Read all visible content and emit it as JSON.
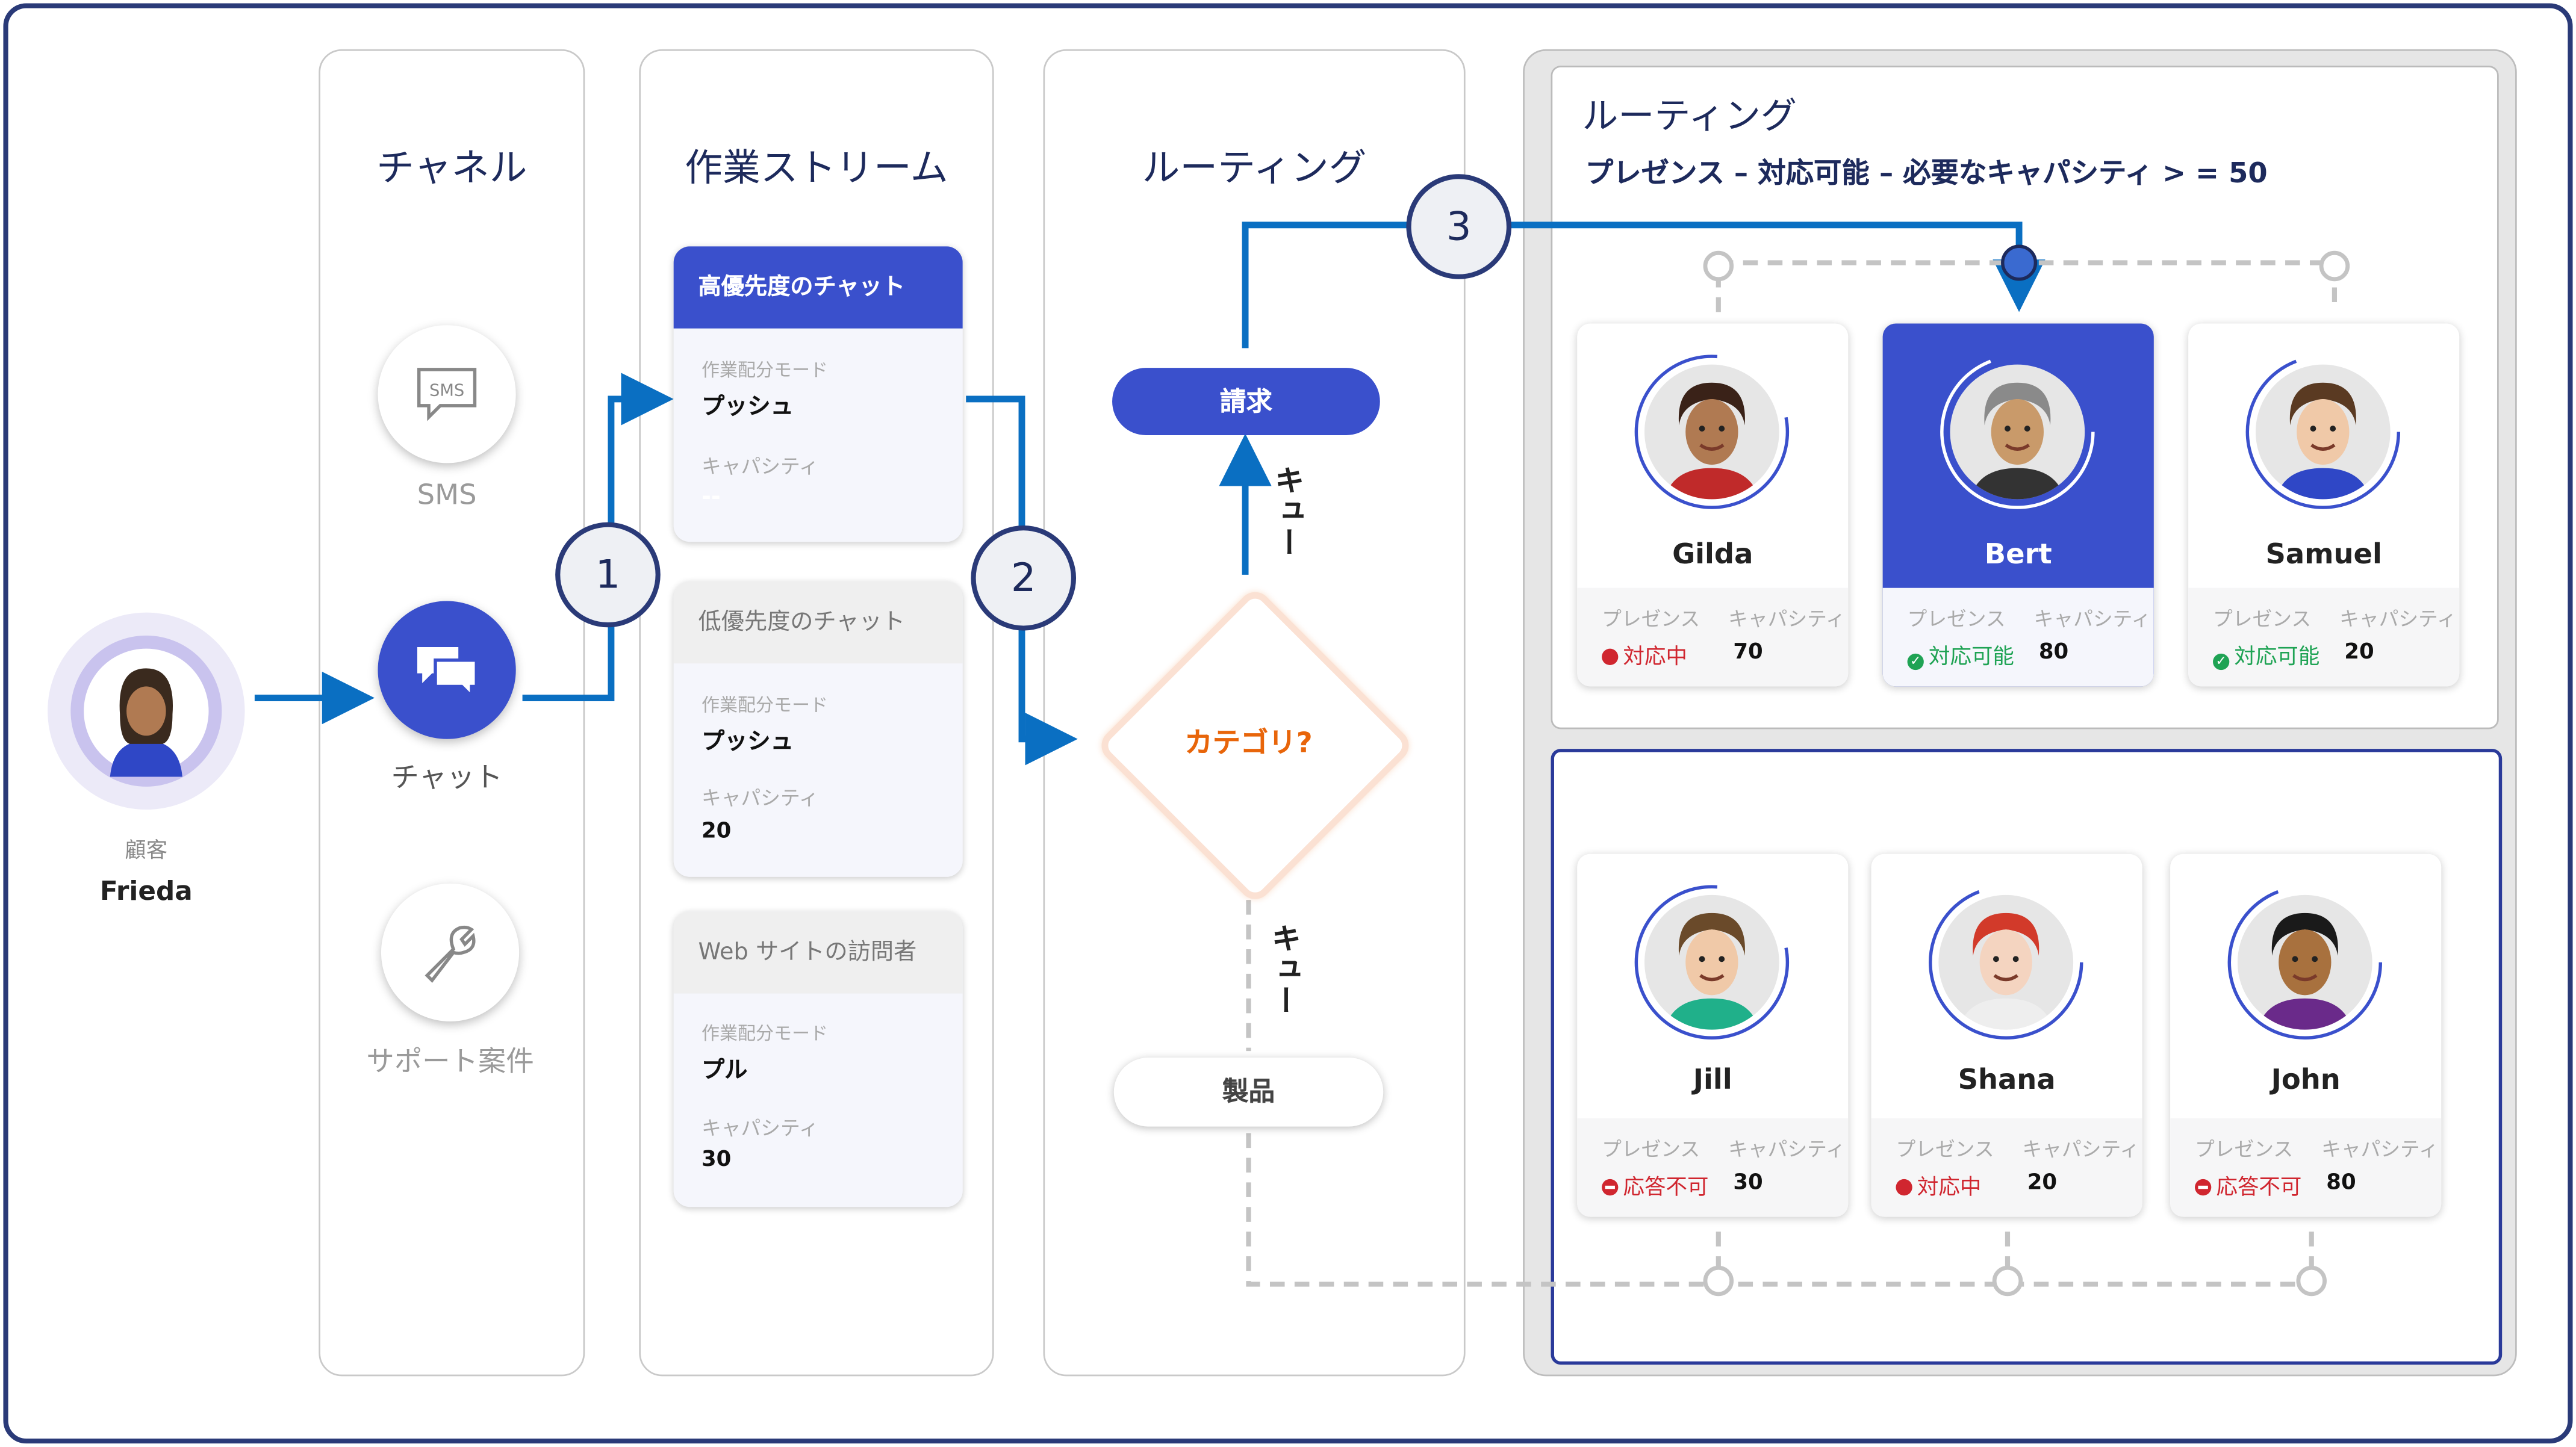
{
  "customer": {
    "role": "顧客",
    "name": "Frieda"
  },
  "columns": {
    "channel": "チャネル",
    "workstream": "作業ストリーム",
    "routing": "ルーティング"
  },
  "channels": [
    {
      "label": "SMS",
      "icon": "sms-icon"
    },
    {
      "label": "チャット",
      "icon": "chat-icon"
    },
    {
      "label": "サポート案件",
      "icon": "wrench-icon"
    }
  ],
  "steps": [
    "1",
    "2",
    "3"
  ],
  "workstreams": [
    {
      "title": "高優先度のチャット",
      "mode_label": "作業配分モード",
      "mode": "プッシュ",
      "capacity_label": "キャパシティ",
      "capacity": "--"
    },
    {
      "title": "低優先度のチャット",
      "mode_label": "作業配分モード",
      "mode": "プッシュ",
      "capacity_label": "キャパシティ",
      "capacity": "20"
    },
    {
      "title": "Web サイトの訪問者",
      "mode_label": "作業配分モード",
      "mode": "プル",
      "capacity_label": "キャパシティ",
      "capacity": "30"
    }
  ],
  "routing": {
    "queue_billing": "請求",
    "queue_product": "製品",
    "decision": "カテゴリ?",
    "queue_label": "キュー"
  },
  "panel": {
    "title": "ルーティング",
    "subtitle": "プレゼンス – 対応可能 – 必要なキャパシティ > = 50"
  },
  "agent_labels": {
    "presence": "プレゼンス",
    "capacity": "キャパシティ"
  },
  "agents_top": [
    {
      "name": "Gilda",
      "status": "対応中",
      "status_type": "busy",
      "capacity": "70"
    },
    {
      "name": "Bert",
      "status": "対応可能",
      "status_type": "available",
      "capacity": "80",
      "selected": true
    },
    {
      "name": "Samuel",
      "status": "対応可能",
      "status_type": "available",
      "capacity": "20"
    }
  ],
  "agents_bottom": [
    {
      "name": "Jill",
      "status": "応答不可",
      "status_type": "dnd",
      "capacity": "30"
    },
    {
      "name": "Shana",
      "status": "対応中",
      "status_type": "busy",
      "capacity": "20"
    },
    {
      "name": "John",
      "status": "応答不可",
      "status_type": "dnd",
      "capacity": "80"
    }
  ],
  "colors": {
    "accent": "#3a50cc",
    "line": "#0a6fc2",
    "busy": "#d0262f",
    "available": "#1fa354",
    "decision": "#e8650a"
  }
}
